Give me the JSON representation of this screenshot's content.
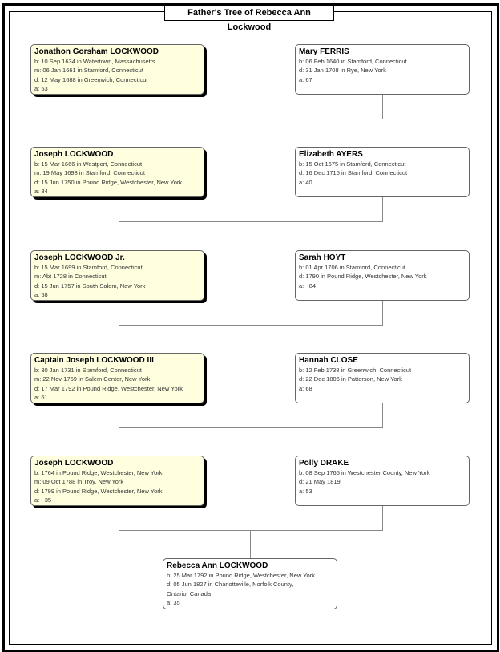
{
  "title": "Father's Tree of Rebecca Ann Lockwood",
  "generations": [
    {
      "father": {
        "name": "Jonathon Gorsham LOCKWOOD",
        "lines": [
          "b: 10 Sep 1634 in Watertown, Massachusetts",
          "m: 06 Jan 1661 in Stamford, Connecticut",
          "d: 12 May 1688 in Greenwich, Connecticut",
          "a: 53"
        ]
      },
      "mother": {
        "name": "Mary FERRIS",
        "lines": [
          "b: 06 Feb 1640 in Stamford, Connecticut",
          "d: 31 Jan 1708 in Rye, New York",
          "a: 67"
        ]
      }
    },
    {
      "father": {
        "name": "Joseph LOCKWOOD",
        "lines": [
          "b: 15 Mar 1666 in Westport, Connecticut",
          "m: 19 May 1698 in Stamford, Connecticut",
          "d: 15 Jun 1750 in Pound Ridge, Westchester, New York",
          "a: 84"
        ]
      },
      "mother": {
        "name": "Elizabeth AYERS",
        "lines": [
          "b: 15 Oct 1675 in Stamford, Connecticut",
          "d: 16 Dec 1715 in Stamford, Connecticut",
          "a: 40"
        ]
      }
    },
    {
      "father": {
        "name": "Joseph LOCKWOOD Jr.",
        "lines": [
          "b: 15 Mar 1699 in Stamford, Connecticut",
          "m: Abt 1728 in Connecticut",
          "d: 15 Jun 1757 in South Salem, New York",
          "a: 58"
        ]
      },
      "mother": {
        "name": "Sarah HOYT",
        "lines": [
          "b: 01 Apr 1706 in Stamford, Connecticut",
          "d: 1790 in Pound Ridge, Westchester, New York",
          "a: ~84"
        ]
      }
    },
    {
      "father": {
        "name": "Captain Joseph LOCKWOOD III",
        "lines": [
          "b: 30 Jan 1731 in Stamford, Connecticut",
          "m: 22 Nov 1759 in Salem Center, New York",
          "d: 17 Mar 1792 in Pound Ridge, Westchester, New York",
          "a: 61"
        ]
      },
      "mother": {
        "name": "Hannah CLOSE",
        "lines": [
          "b: 12 Feb 1738 in Greenwich, Connecticut",
          "d: 22 Dec 1806 in Patterson, New York",
          "a: 68"
        ]
      }
    },
    {
      "father": {
        "name": "Joseph LOCKWOOD",
        "lines": [
          "b: 1764 in Pound Ridge, Westchester, New York",
          "m: 09 Oct 1788 in Troy, New York",
          "d: 1799 in Pound Ridge, Westchester, New York",
          "a: ~35"
        ]
      },
      "mother": {
        "name": "Polly DRAKE",
        "lines": [
          "b: 08 Sep 1765 in Westchester County, New York",
          "d: 21 May 1819",
          "a: 53"
        ]
      }
    }
  ],
  "subject": {
    "name": "Rebecca Ann LOCKWOOD",
    "lines": [
      "b: 25 Mar 1792 in Pound Ridge, Westchester, New York",
      "d: 05 Jun 1827 in Charlotteville, Norfolk County,",
      "Ontario, Canada",
      "a: 35"
    ]
  },
  "colors": {
    "paternal_box": "#ffffe0",
    "other_box": "#ffffff"
  }
}
